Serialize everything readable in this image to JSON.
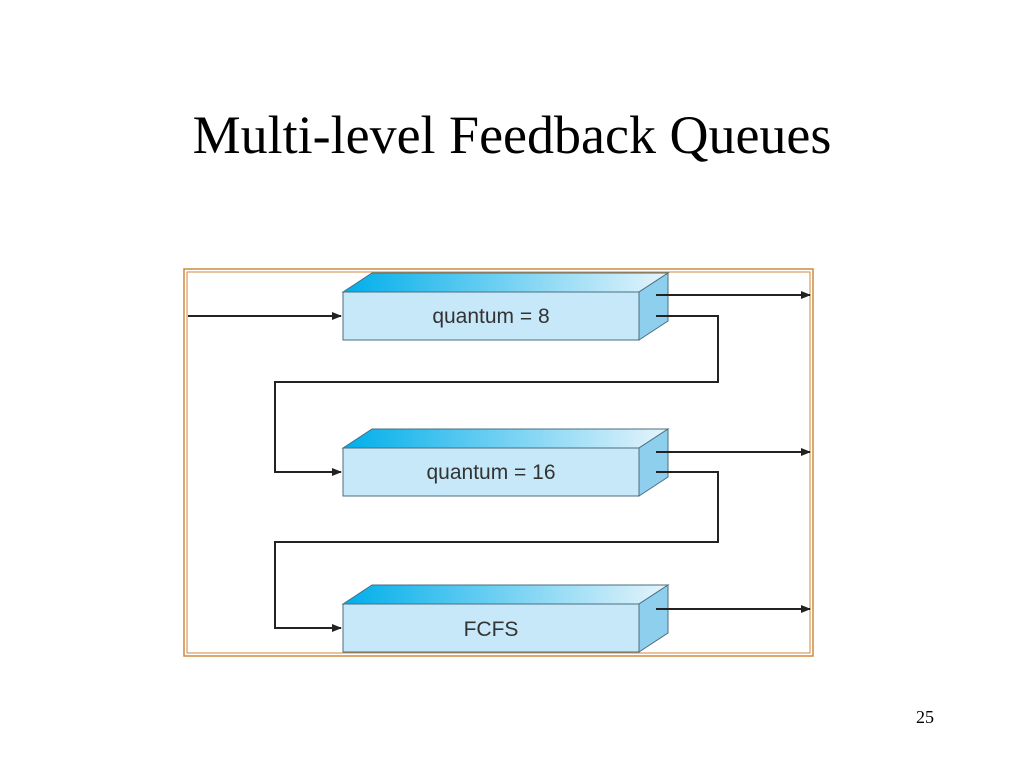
{
  "slide": {
    "title": "Multi-level Feedback Queues",
    "page_number": "25"
  },
  "diagram": {
    "frame_color": "#d08a3c",
    "queue_face_color": "#c6e8f8",
    "queue_top_gradient": [
      "#00aeea",
      "#e6f4fb"
    ],
    "queue_side_color": "#8fcfee",
    "arrow_color": "#222222",
    "queues": [
      {
        "label": "quantum = 8"
      },
      {
        "label": "quantum = 16"
      },
      {
        "label": "FCFS"
      }
    ]
  }
}
